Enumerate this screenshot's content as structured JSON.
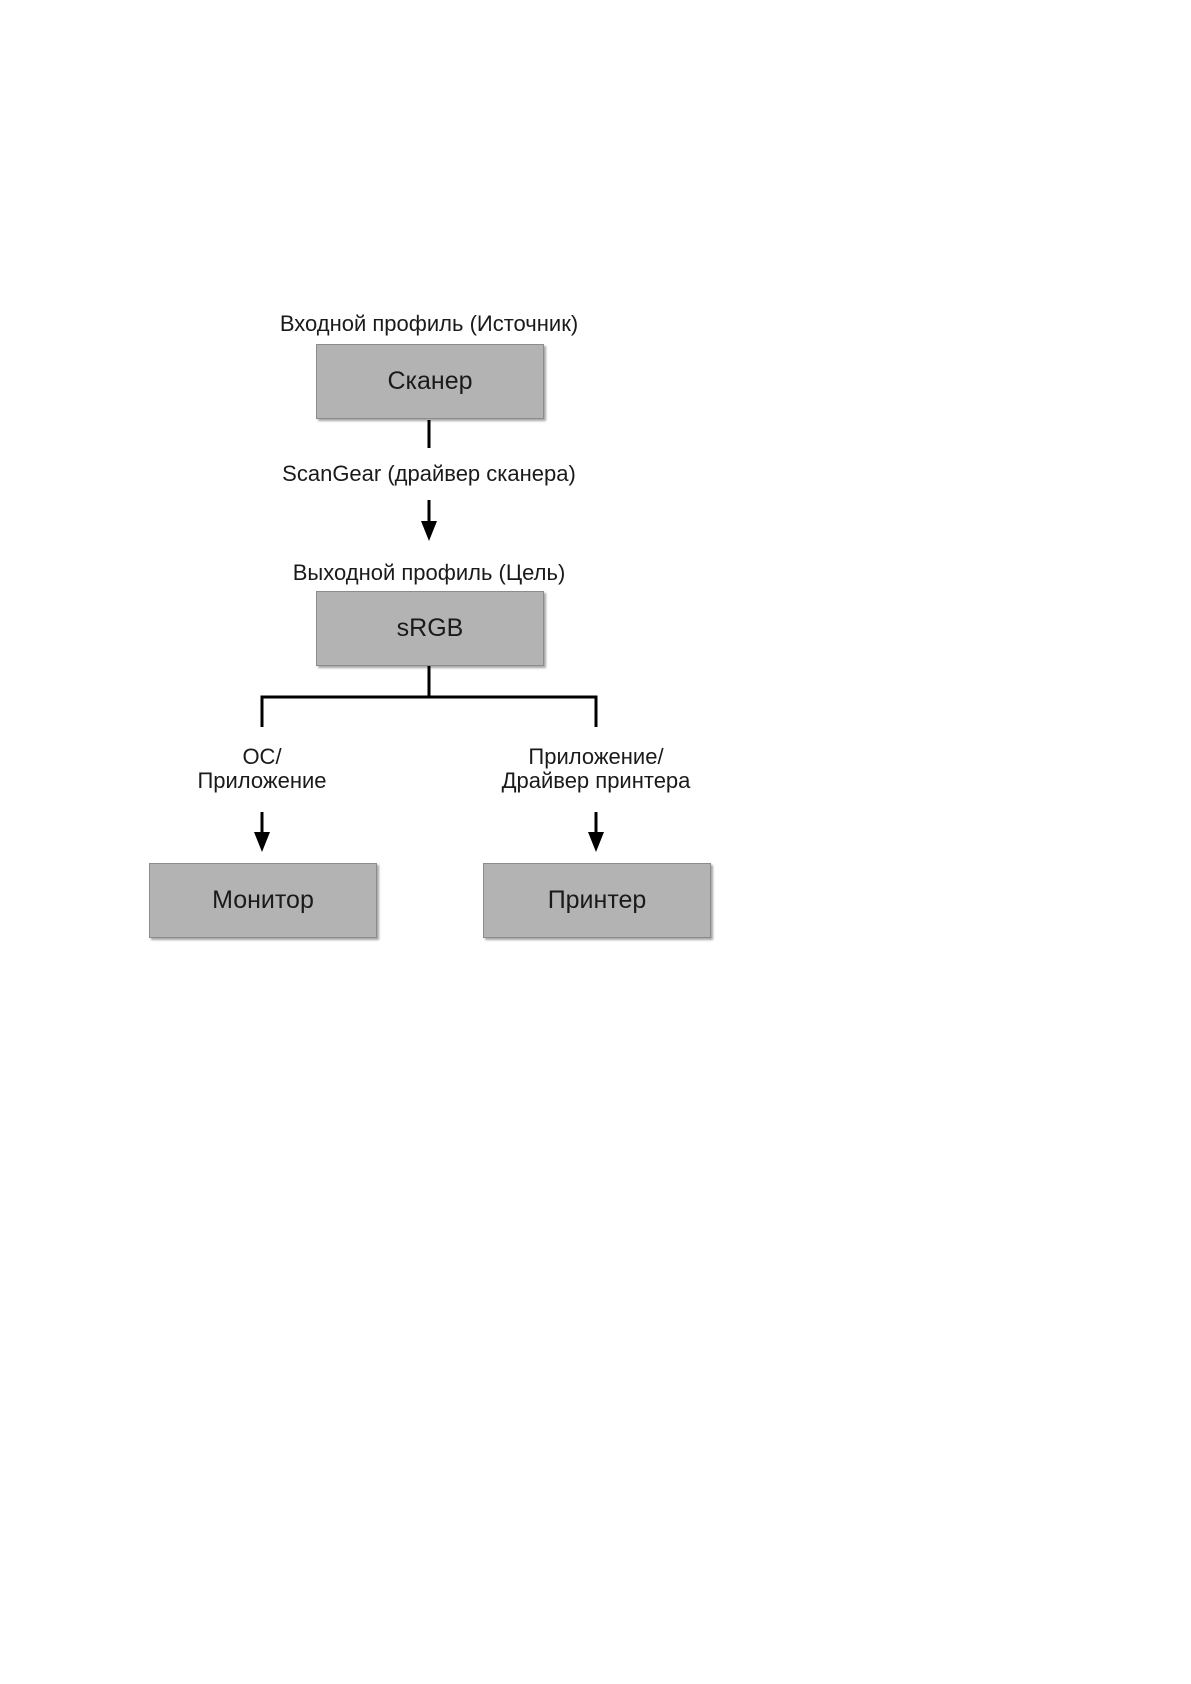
{
  "diagram": {
    "input_profile_label": "Входной профиль (Источник)",
    "scanner_box": "Сканер",
    "scangear_label": "ScanGear (драйвер сканера)",
    "output_profile_label": "Выходной профиль (Цель)",
    "srgb_box": "sRGB",
    "os_app_label_line1": "ОС/",
    "os_app_label_line2": "Приложение",
    "app_driver_label_line1": "Приложение/",
    "app_driver_label_line2": "Драйвер принтера",
    "monitor_box": "Монитор",
    "printer_box": "Принтер"
  },
  "colors": {
    "box_fill": "#b3b3b3",
    "line": "#000000"
  }
}
